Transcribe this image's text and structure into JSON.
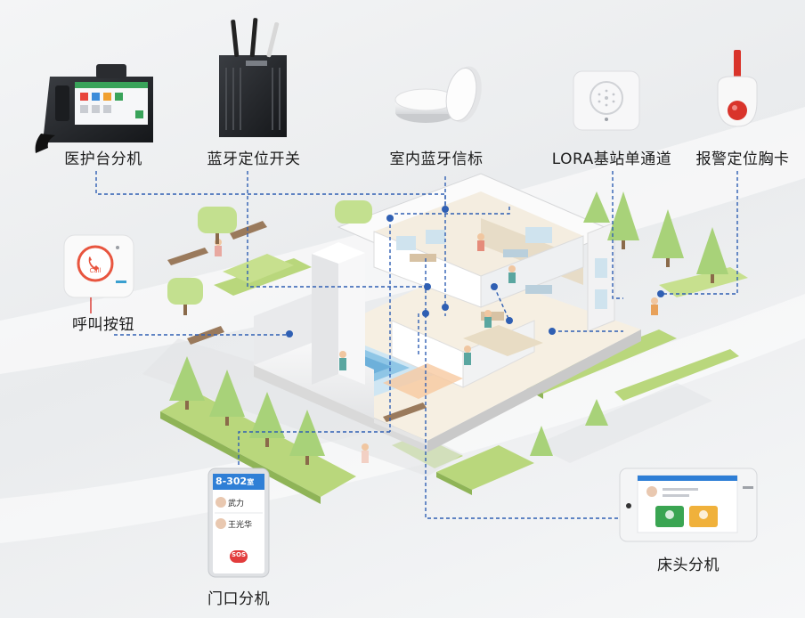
{
  "devices": {
    "nurse_station": {
      "label": "医护台分机",
      "icon": "desk-phone-icon"
    },
    "bt_switch": {
      "label": "蓝牙定位开关",
      "icon": "gateway-icon"
    },
    "indoor_beacon": {
      "label": "室内蓝牙信标",
      "icon": "beacon-icon"
    },
    "lora_station": {
      "label": "LORA基站单通道",
      "icon": "lora-base-icon"
    },
    "alarm_badge": {
      "label": "报警定位胸卡",
      "icon": "badge-icon"
    },
    "call_button": {
      "label": "呼叫按钮",
      "icon": "call-button-icon",
      "button_text": "Call"
    },
    "door_unit": {
      "label": "门口分机",
      "icon": "door-terminal-icon",
      "room": "8-302",
      "room_suffix": "室",
      "residents": [
        "武力",
        "王光华"
      ],
      "sos": "SOS"
    },
    "bedside_unit": {
      "label": "床头分机",
      "icon": "bedside-terminal-icon"
    }
  },
  "colors": {
    "connector": "#2f5fb3",
    "wall": "#f2f2f2",
    "grass": "#b8d67a",
    "tree": "#9ccc6b",
    "pool": "#8fc6e6",
    "floor": "#efe6d6",
    "alarm_red": "#d9342b",
    "door_header": "#2f7fd6"
  }
}
